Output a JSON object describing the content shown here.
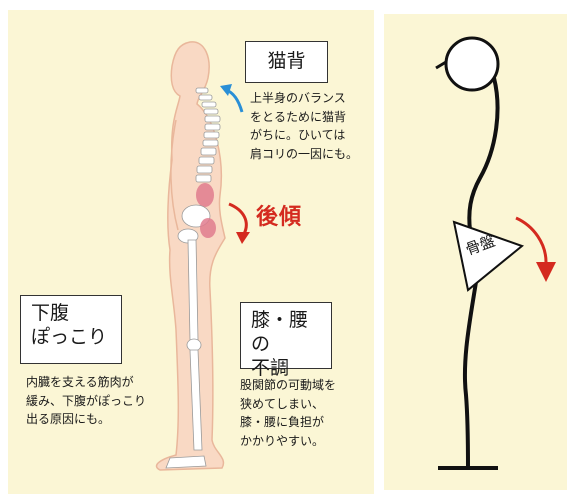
{
  "labels": {
    "nekoze": "猫背",
    "kafuku_line1": "下腹",
    "kafuku_line2": "ぽっこり",
    "hizakoshi_line1": "膝・腰の",
    "hizakoshi_line2": "不調",
    "koukei": "後傾",
    "kotsuban": "骨盤"
  },
  "descriptions": {
    "nekoze": "上半身のバランス\nをとるために猫背\nがちに。ひいては\n肩コリの一因にも。",
    "kafuku": "内臓を支える筋肉が\n緩み、下腹がぽっこり\n出る原因にも。",
    "hizakoshi": "股関節の可動域を\n狭めてしまい、\n膝・腰に負担が\nかかりやすい。"
  },
  "colors": {
    "background_panel": "#fbf6d5",
    "body_fill": "#f9d9c4",
    "bone": "#ffffff",
    "organ": "#e07b8e",
    "arrow_red": "#d42a1f",
    "arrow_blue": "#2a8fd6"
  }
}
